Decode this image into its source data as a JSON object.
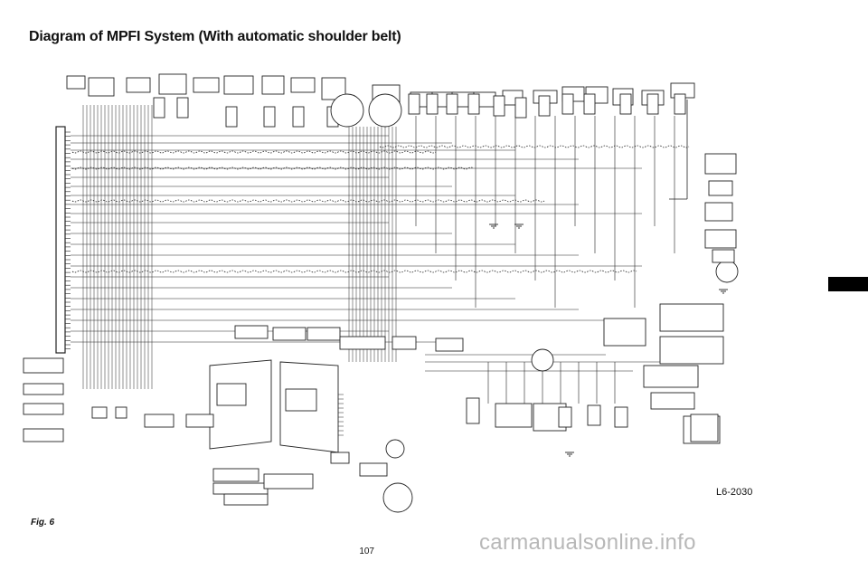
{
  "title": "Diagram of MPFI System (With automatic shoulder belt)",
  "figure_label": "Fig. 6",
  "reference_code": "L6-2030",
  "page_number": "107",
  "watermark": "carmanualsonline.info"
}
